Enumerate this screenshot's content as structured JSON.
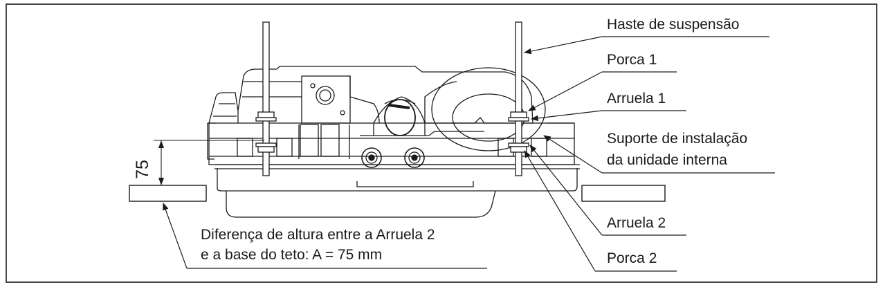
{
  "labels": {
    "haste": "Haste de suspensão",
    "porca1": "Porca 1",
    "arruela1": "Arruela 1",
    "suporte_line1": "Suporte de instalação",
    "suporte_line2": "da unidade interna",
    "arruela2": "Arruela 2",
    "porca2": "Porca 2",
    "note_line1": "Diferença de altura entre a Arruela 2",
    "note_line2": "e a base do teto: A = 75 mm"
  },
  "dimension": {
    "value": "75"
  },
  "colors": {
    "line": "#1a1a1a",
    "fill_dark": "#3a3a3a",
    "fill_light": "#ffffff"
  }
}
